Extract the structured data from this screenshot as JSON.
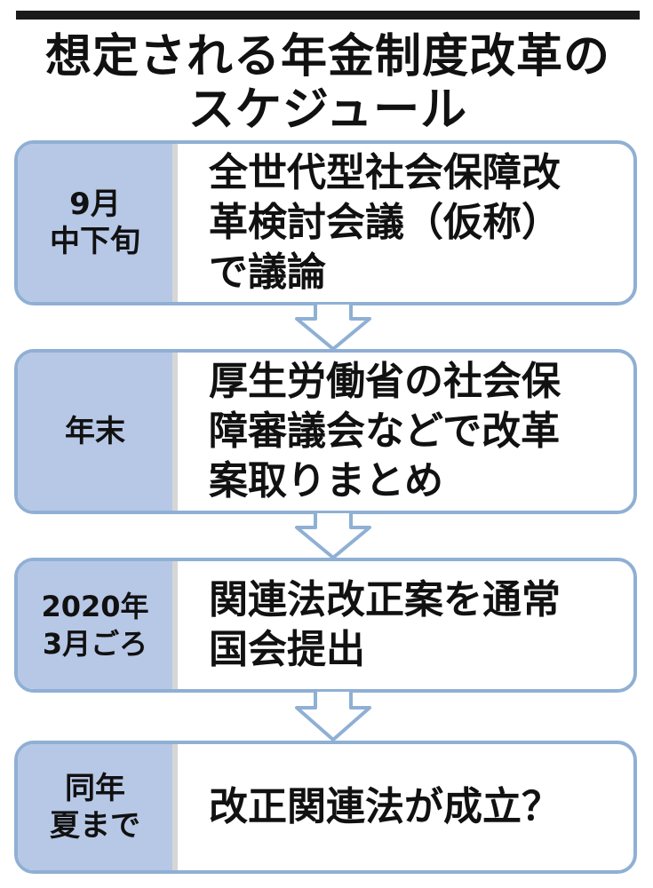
{
  "title": {
    "line1": "想定される年金制度改革の",
    "line2": "スケジュール"
  },
  "steps": [
    {
      "period_lines": [
        "9月",
        "中下旬"
      ],
      "description_lines": [
        "全世代型社会保障改",
        "革検討会議（仮称）",
        "で議論"
      ]
    },
    {
      "period_lines": [
        "年末"
      ],
      "description_lines": [
        "厚生労働省の社会保",
        "障審議会などで改革",
        "案取りまとめ"
      ]
    },
    {
      "period_lines": [
        "2020年",
        "3月ごろ"
      ],
      "description_lines": [
        "関連法改正案を通常",
        "国会提出"
      ]
    },
    {
      "period_lines": [
        "同年",
        "夏まで"
      ],
      "description_lines": [
        "改正関連法が成立？"
      ]
    }
  ],
  "colors": {
    "rule": "#1a1a1a",
    "card_border": "#8fb0d4",
    "tab_fill": "#b7c7e6",
    "arrow_fill": "#ffffff"
  }
}
